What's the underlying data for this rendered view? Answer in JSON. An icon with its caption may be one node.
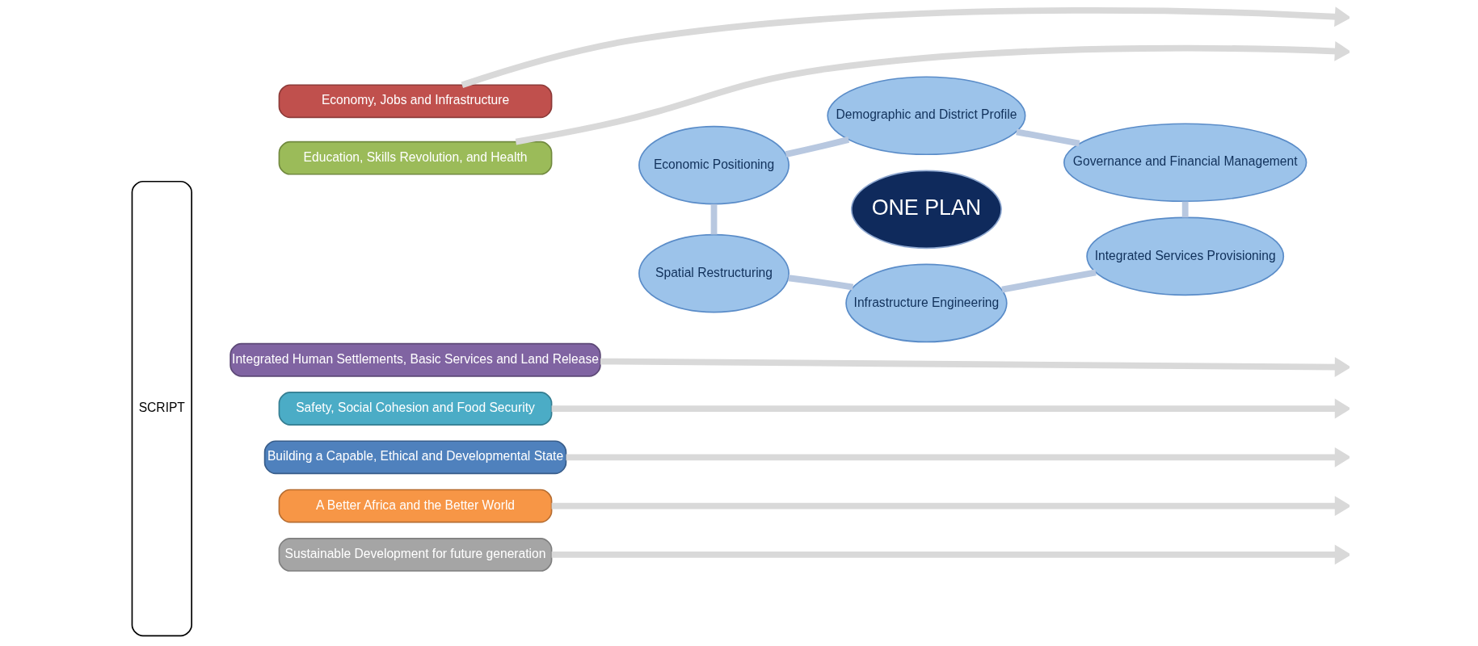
{
  "diagram": {
    "nodes": [
      {
        "text": [
          "SCRIPT"
        ]
      },
      {
        "text": [
          "Economy, Jobs and Infrastructure"
        ]
      },
      {
        "text": [
          "Education, Skills Revolution, and Health"
        ]
      },
      {
        "text": [
          "Integrated Human Settlements, Basic Services and Land Release"
        ]
      },
      {
        "text": [
          "Safety, Social Cohesion and Food Security"
        ]
      },
      {
        "text": [
          "Building a Capable, Ethical and Developmental State"
        ]
      },
      {
        "text": [
          "A Better Africa and the Better World"
        ]
      },
      {
        "text": [
          "Sustainable Development for future generation"
        ]
      },
      {
        "text": [
          "Demographic and District Profile"
        ]
      },
      {
        "text": [
          "Economic Positioning"
        ]
      },
      {
        "text": [
          "Governance and Financial Management"
        ]
      },
      {
        "text": [
          "ONE PLAN"
        ]
      },
      {
        "text": [
          "Spatial Restructuring"
        ]
      },
      {
        "text": [
          "Integrated Services Provisioning"
        ]
      },
      {
        "text": [
          "Infrastructure Engineering"
        ]
      }
    ],
    "edges": [
      {
        "from": 1,
        "to": null,
        "arrow": "to"
      },
      {
        "from": 2,
        "to": null,
        "arrow": "to"
      },
      {
        "from": 3,
        "to": null,
        "arrow": "to"
      },
      {
        "from": 4,
        "to": null,
        "arrow": "to"
      },
      {
        "from": 5,
        "to": null,
        "arrow": "to"
      },
      {
        "from": 6,
        "to": null,
        "arrow": "to"
      },
      {
        "from": 7,
        "to": null,
        "arrow": "to"
      },
      {
        "from": 8,
        "to": 10,
        "arrow": "none",
        "color": "#b8c8e0"
      },
      {
        "from": 10,
        "to": 13,
        "arrow": "none",
        "color": "#b8c8e0"
      },
      {
        "from": 13,
        "to": 14,
        "arrow": "none",
        "color": "#b8c8e0"
      },
      {
        "from": 14,
        "to": 12,
        "arrow": "none",
        "color": "#b8c8e0"
      },
      {
        "from": 12,
        "to": 9,
        "arrow": "none",
        "color": "#b8c8e0"
      },
      {
        "from": 9,
        "to": 8,
        "arrow": "none",
        "color": "#b8c8e0"
      }
    ]
  }
}
